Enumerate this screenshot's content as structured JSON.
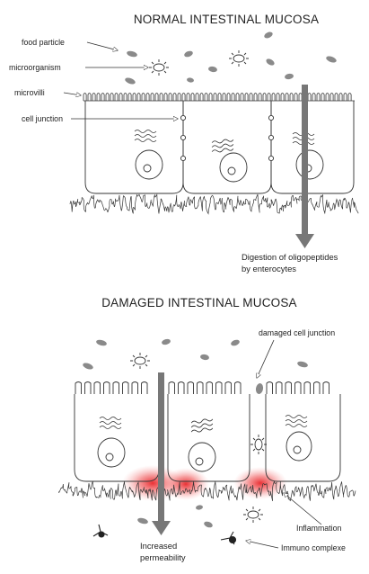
{
  "diagram": {
    "normal": {
      "title": "NORMAL INTESTINAL MUCOSA",
      "labels": {
        "food_particle": "food particle",
        "microorganism": "microorganism",
        "microvilli": "microvilli",
        "cell_junction": "cell junction"
      },
      "arrow_caption_line1": "Digestion of oligopeptides",
      "arrow_caption_line2": "by enterocytes"
    },
    "damaged": {
      "title": "DAMAGED INTESTINAL MUCOSA",
      "labels": {
        "damaged_cell_junction": "damaged cell junction",
        "inflammation": "Inflammation",
        "immuno_complex": "Immuno complexe"
      },
      "arrow_caption_line1": "Increased",
      "arrow_caption_line2": "permeability"
    },
    "colors": {
      "ink": "#222222",
      "particle": "#8a8a8a",
      "arrow": "#777777",
      "inflammation": "#e8262a"
    }
  }
}
